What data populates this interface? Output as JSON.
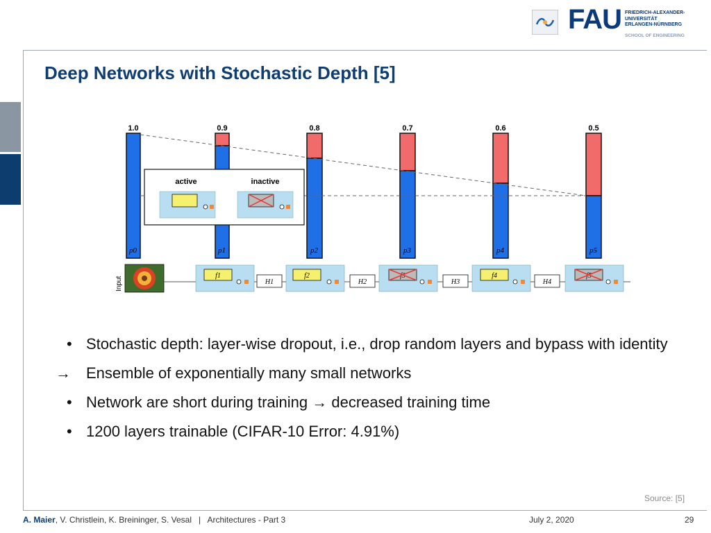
{
  "header": {
    "logo_text": "FAU",
    "uni_line1": "FRIEDRICH-ALEXANDER-",
    "uni_line2": "UNIVERSITÄT",
    "uni_line3": "ERLANGEN-NÜRNBERG",
    "school": "SCHOOL OF ENGINEERING"
  },
  "slide": {
    "title": "Deep Networks with Stochastic Depth [5]"
  },
  "figure": {
    "bar_values": [
      "1.0",
      "0.9",
      "0.8",
      "0.7",
      "0.6",
      "0.5"
    ],
    "bar_labels": [
      "p0",
      "p1",
      "p2",
      "p3",
      "p4",
      "p5"
    ],
    "legend_active": "active",
    "legend_inactive": "inactive",
    "input_label": "Input",
    "block_labels": [
      "f1",
      "f2",
      "f3",
      "f4",
      "f5"
    ],
    "transition_labels": [
      "H1",
      "H2",
      "H3",
      "H4"
    ],
    "colors": {
      "blue": "#1f6fe6",
      "red": "#f26b6b",
      "block_bg": "#b9def1",
      "yellow": "#f5f06e"
    }
  },
  "bullets": [
    {
      "type": "bullet",
      "text": "Stochastic depth: layer-wise dropout, i.e., drop random layers and bypass with identity"
    },
    {
      "type": "arrow",
      "text": "Ensemble of exponentially many small networks"
    },
    {
      "type": "bullet",
      "text": "Network are short during training → decreased training time"
    },
    {
      "type": "bullet",
      "text": "1200 layers trainable (CIFAR-10 Error: 4.91%)"
    }
  ],
  "source": "Source: [5]",
  "footer": {
    "author_bold": "A. Maier",
    "authors_rest": ", V. Christlein, K. Breininger, S. Vesal",
    "separator": "|",
    "lecture": "Architectures - Part 3",
    "date": "July 2, 2020",
    "page": "29"
  }
}
